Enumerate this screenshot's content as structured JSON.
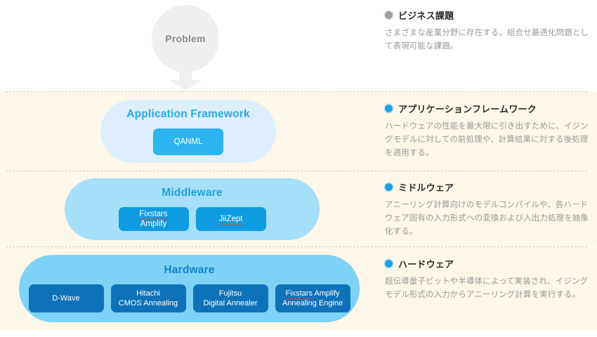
{
  "bands": {
    "background_color": "#fdf7ea",
    "separator_color": "#c9c9c9"
  },
  "diagram": {
    "problem": {
      "label": "Problem",
      "shape": "circle",
      "fill": "#efefef",
      "text_color": "#8b8b8b"
    },
    "arrow": {
      "name": "arrow-down-icon",
      "fill": "#efefef"
    },
    "layers": [
      {
        "id": "application-framework",
        "title": "Application Framework",
        "pill_color": "#ddeffc",
        "title_color": "#29a9e9",
        "chip_color": "#2bb4ef",
        "chips": [
          {
            "lines": [
              "QANML"
            ],
            "misspelled": []
          }
        ]
      },
      {
        "id": "middleware",
        "title": "Middleware",
        "pill_color": "#a6dffa",
        "title_color": "#1aa3e0",
        "chip_color": "#0f9bdf",
        "chips": [
          {
            "lines": [
              "Fixstars Amplify"
            ],
            "misspelled": [
              "Fixstars"
            ]
          },
          {
            "lines": [
              "JiiZept"
            ],
            "misspelled": [
              "JiiZept"
            ]
          }
        ]
      },
      {
        "id": "hardware",
        "title": "Hardware",
        "pill_color": "#7ed2f5",
        "title_color": "#1285c9",
        "chip_color": "#0f72b8",
        "chips": [
          {
            "lines": [
              "D-Wave"
            ],
            "misspelled": []
          },
          {
            "lines": [
              "Hitachi",
              "CMOS Annealing"
            ],
            "misspelled": []
          },
          {
            "lines": [
              "Fujitsu",
              "Digital Annealer"
            ],
            "misspelled": []
          },
          {
            "lines": [
              "Fixstars Amplify",
              "Annealing Engine"
            ],
            "misspelled": [
              "Fixstars"
            ]
          }
        ]
      }
    ]
  },
  "descriptions": [
    {
      "id": "business-issue",
      "dot_color": "#9e9e9e",
      "title": "ビジネス課題",
      "body": "さまざまな産業分野に存在する、組合せ最適化問題として表現可能な課題。"
    },
    {
      "id": "application-framework",
      "dot_color": "#1aa3e0",
      "title": "アプリケーションフレームワーク",
      "body": "ハードウェアの性能を最大限に引き出すために、イジングモデルに対しての前処理や、計算結果に対する後処理を適用する。"
    },
    {
      "id": "middleware",
      "dot_color": "#1aa3e0",
      "title": "ミドルウェア",
      "body": "アニーリング計算向けのモデルコンパイルや、各ハードウェア固有の入力形式への変換および入出力処理を抽象化する。"
    },
    {
      "id": "hardware",
      "dot_color": "#1aa3e0",
      "title": "ハードウェア",
      "body": "超伝導量子ビットや半導体によって実装され、イジングモデル形式の入力からアニーリング計算を実行する。"
    }
  ]
}
